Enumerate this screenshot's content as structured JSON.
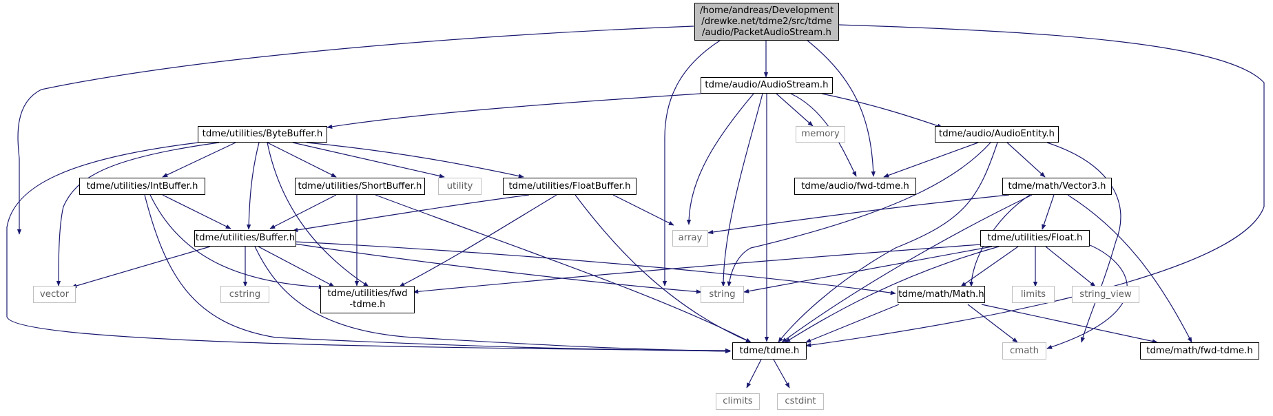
{
  "colors": {
    "edge": "#191970",
    "external_border": "#bfbfbf",
    "root_fill": "#bfbfbf"
  },
  "nodes": {
    "root": "/home/andreas/Development\n/drewke.net/tdme2/src/tdme\n/audio/PacketAudioStream.h",
    "audiostream": "tdme/audio/AudioStream.h",
    "bytebuffer": "tdme/utilities/ByteBuffer.h",
    "memory": "memory",
    "audioentity": "tdme/audio/AudioEntity.h",
    "intbuffer": "tdme/utilities/IntBuffer.h",
    "shortbuffer": "tdme/utilities/ShortBuffer.h",
    "utility": "utility",
    "floatbuffer": "tdme/utilities/FloatBuffer.h",
    "audio_fwd": "tdme/audio/fwd-tdme.h",
    "vector3": "tdme/math/Vector3.h",
    "buffer": "tdme/utilities/Buffer.h",
    "array": "array",
    "float": "tdme/utilities/Float.h",
    "vector": "vector",
    "cstring": "cstring",
    "utilities_fwd": "tdme/utilities/fwd\n-tdme.h",
    "string": "string",
    "math": "tdme/math/Math.h",
    "limits": "limits",
    "string_view": "string_view",
    "tdme": "tdme/tdme.h",
    "cmath": "cmath",
    "math_fwd": "tdme/math/fwd-tdme.h",
    "climits": "climits",
    "cstdint": "cstdint"
  }
}
